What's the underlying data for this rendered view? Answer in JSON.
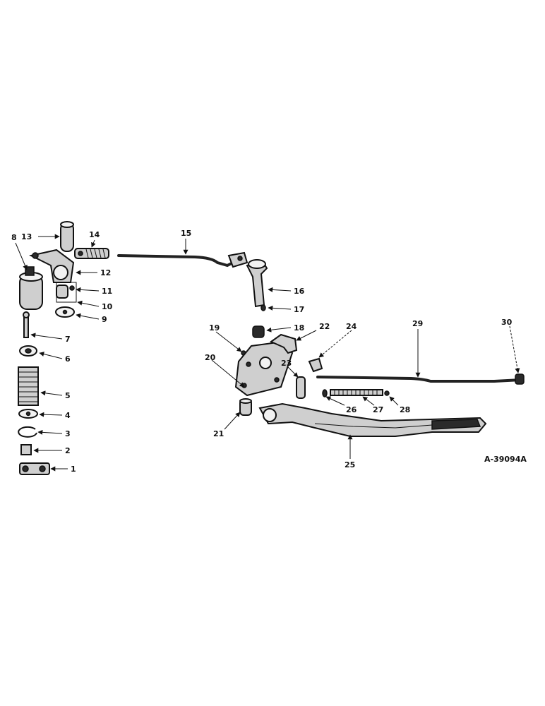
{
  "drawing_code": "A-39094A",
  "callouts": [
    "1",
    "2",
    "3",
    "4",
    "5",
    "6",
    "7",
    "8",
    "9",
    "10",
    "11",
    "12",
    "13",
    "14",
    "15",
    "16",
    "17",
    "18",
    "19",
    "20",
    "21",
    "22",
    "23",
    "24",
    "25",
    "26",
    "27",
    "28",
    "29",
    "30"
  ]
}
